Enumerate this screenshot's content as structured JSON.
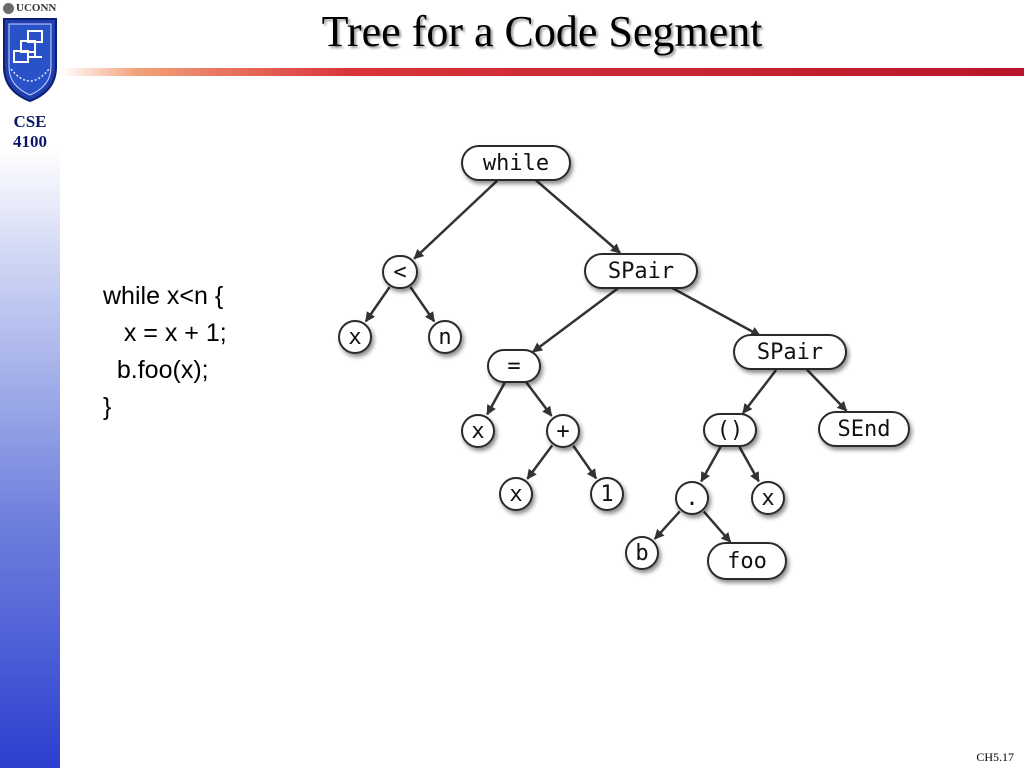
{
  "slide": {
    "title": "Tree for a Code Segment",
    "org": "UCONN",
    "course_line1": "CSE",
    "course_line2": "4100",
    "page_label": "CH5.17"
  },
  "code_lines": [
    "while x<n {",
    "   x = x + 1;",
    "  b.foo(x);",
    "}"
  ],
  "tree": {
    "nodes": [
      {
        "id": "while",
        "label": "while"
      },
      {
        "id": "lt",
        "label": "<"
      },
      {
        "id": "spair1",
        "label": "SPair"
      },
      {
        "id": "x1",
        "label": "x"
      },
      {
        "id": "n",
        "label": "n"
      },
      {
        "id": "assign",
        "label": "="
      },
      {
        "id": "spair2",
        "label": "SPair"
      },
      {
        "id": "x2",
        "label": "x"
      },
      {
        "id": "plus",
        "label": "+"
      },
      {
        "id": "call",
        "label": "()"
      },
      {
        "id": "send",
        "label": "SEnd"
      },
      {
        "id": "x3",
        "label": "x"
      },
      {
        "id": "one",
        "label": "1"
      },
      {
        "id": "dot",
        "label": "."
      },
      {
        "id": "x4",
        "label": "x"
      },
      {
        "id": "b",
        "label": "b"
      },
      {
        "id": "foo",
        "label": "foo"
      }
    ],
    "edges": [
      [
        "while",
        "lt"
      ],
      [
        "while",
        "spair1"
      ],
      [
        "lt",
        "x1"
      ],
      [
        "lt",
        "n"
      ],
      [
        "spair1",
        "assign"
      ],
      [
        "spair1",
        "spair2"
      ],
      [
        "assign",
        "x2"
      ],
      [
        "assign",
        "plus"
      ],
      [
        "plus",
        "x3"
      ],
      [
        "plus",
        "one"
      ],
      [
        "spair2",
        "call"
      ],
      [
        "spair2",
        "send"
      ],
      [
        "call",
        "dot"
      ],
      [
        "call",
        "x4"
      ],
      [
        "dot",
        "b"
      ],
      [
        "dot",
        "foo"
      ]
    ]
  },
  "colors": {
    "node_fill": "#ffffff",
    "node_stroke": "#2a2a2a",
    "edge": "#333333",
    "title_rule": "#b8152a",
    "sidebar": "#2c3fd0"
  }
}
